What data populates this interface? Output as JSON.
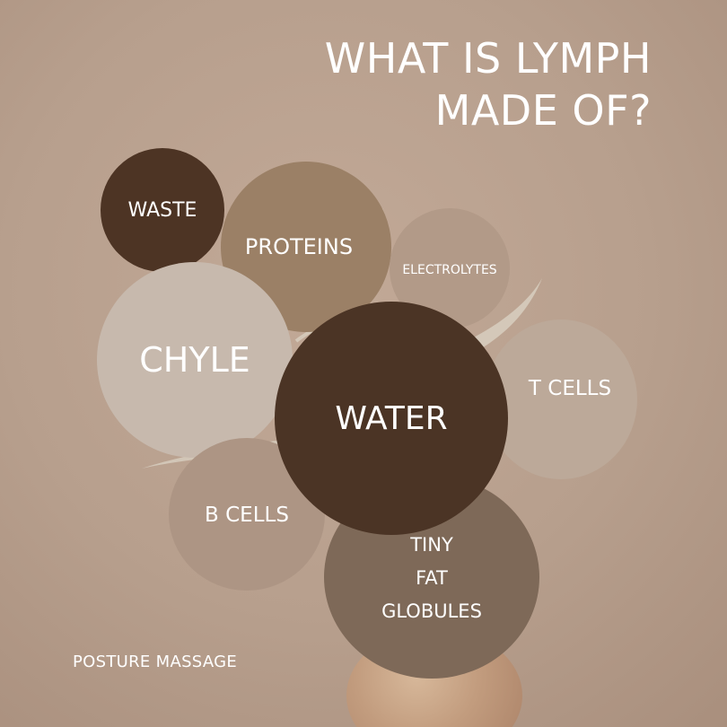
{
  "title": {
    "line1": "WHAT IS LYMPH",
    "line2": "MADE OF?"
  },
  "bubbles": [
    {
      "label": "WASTE",
      "color": "#4d3424"
    },
    {
      "label": "PROTEINS",
      "color": "#9b8066"
    },
    {
      "label": "ELECTROLYTES",
      "color": "#b29a88"
    },
    {
      "label": "CHYLE",
      "color": "#c7b9ad"
    },
    {
      "label": "T CELLS",
      "color": "#bca999"
    },
    {
      "label": "B CELLS",
      "color": "#ad9584"
    },
    {
      "label": "TINY",
      "label2": "FAT",
      "label3": "GLOBULES",
      "color": "#7e6958"
    },
    {
      "label": "WATER",
      "color": "#4b3425"
    }
  ],
  "brand": "POSTURE MASSAGE",
  "colors": {
    "background": "#b79f8d",
    "text": "#ffffff",
    "leaf": "#d8cfc0",
    "stone": "#c29c7e"
  }
}
